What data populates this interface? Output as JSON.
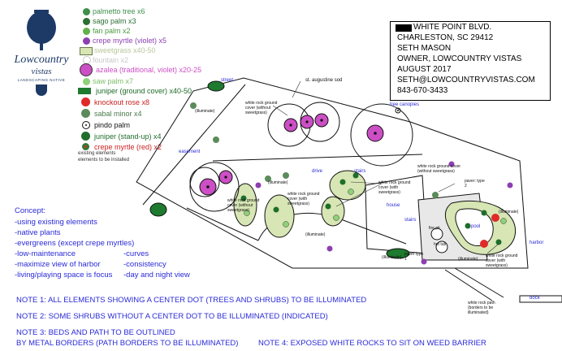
{
  "logo": {
    "name": "Lowcountry",
    "sub": "vistas",
    "tag": "LANDSCAPING NATIVE"
  },
  "legend": [
    {
      "label": "palmetto tree x6",
      "color": "#3d8f4a",
      "text_color": "#3d8f4a"
    },
    {
      "label": "sago palm x3",
      "color": "#2d6e34",
      "text_color": "#2d6e34"
    },
    {
      "label": "fan palm x2",
      "color": "#62b04c",
      "text_color": "#4a9a3f"
    },
    {
      "label": "crepe myrtle (violet) x5",
      "color": "#8d3fb2",
      "text_color": "#8d3fb2"
    },
    {
      "label": "sweetgrass x40-50",
      "color": "#d7e6b4",
      "text_color": "#b7c79a"
    },
    {
      "label": "fountain x2",
      "color": "#ffffff",
      "text_color": "#c9c9c9"
    },
    {
      "label": "azalea (traditional, violet) x20-25",
      "color": "#cc4fc5",
      "text_color": "#cc4fc5"
    },
    {
      "label": "saw palm x7",
      "color": "#8fd07a",
      "text_color": "#7cbf68"
    },
    {
      "label": "juniper (ground cover) x40-50",
      "color": "#1e7a2e",
      "text_color": "#1e6b28"
    },
    {
      "label": "knockout rose x8",
      "color": "#e02a2a",
      "text_color": "#cc2222"
    },
    {
      "label": "sabal minor x4",
      "color": "#5b8b5b",
      "text_color": "#4a7a4a"
    },
    {
      "label": "pindo palm",
      "color": "#ffffff",
      "text_color": "#111111"
    },
    {
      "label": "juniper (stand-up) x4",
      "color": "#1f6e2c",
      "text_color": "#1f6e2c"
    },
    {
      "label": "crepe myrtle (red) x2",
      "color": "#2f7a33",
      "text_color": "#cc2222"
    }
  ],
  "legend_small": [
    "existing elements",
    "elements to be installed"
  ],
  "info": [
    "WHITE POINT BLVD.",
    "CHARLESTON, SC 29412",
    "SETH MASON",
    "OWNER, LOWCOUNTRY VISTAS",
    "AUGUST 2017",
    "SETH@LOWCOUNTRYVISTAS.COM",
    "843-670-3433"
  ],
  "concept": {
    "title": "Concept:",
    "left": [
      "-using existing elements",
      "-native plants",
      "-evergreens (except crepe myrtles)",
      "-low-maintenance",
      "-maximize view of harbor",
      "-living/playing space is focus"
    ],
    "right": [
      "-curves",
      "-consistency",
      "-day and night view"
    ]
  },
  "notes": {
    "n1": "NOTE 1: ALL ELEMENTS SHOWING A CENTER DOT (TREES AND SHRUBS) TO BE ILLUMINATED",
    "n2": "NOTE 2: SOME SHRUBS WITHOUT A CENTER DOT TO BE ILLUMINATED (INDICATED)",
    "n3a": "NOTE 3: BEDS AND PATH TO BE OUTLINED",
    "n3b": "BY METAL BORDERS (PATH BORDERS TO BE ILLUMINATED)",
    "n4": "NOTE 4: EXPOSED WHITE ROCKS TO SIT ON WEED BARRIER"
  },
  "plan_labels": {
    "street": "street",
    "st_augustine": "st. augustine sod",
    "tree_canopies": "tree canopies",
    "easement": "easement",
    "drive": "drive",
    "stairs1": "stairs",
    "stairs2": "stairs",
    "house": "house",
    "pool": "pool",
    "harbor": "harbor",
    "dock": "dock",
    "fire_pit": "fire pit",
    "hot_tub": "hot tub",
    "illuminate": "(illuminate)",
    "wr_without": "white rock ground cover (without sweetgrass)",
    "wr_with": "white rock ground cover (with sweetgrass)",
    "paver_type1": "paver type 1",
    "paver_type2": "paver: type 2",
    "white_rock_path": "white rock path (borders to be illuminated)"
  }
}
